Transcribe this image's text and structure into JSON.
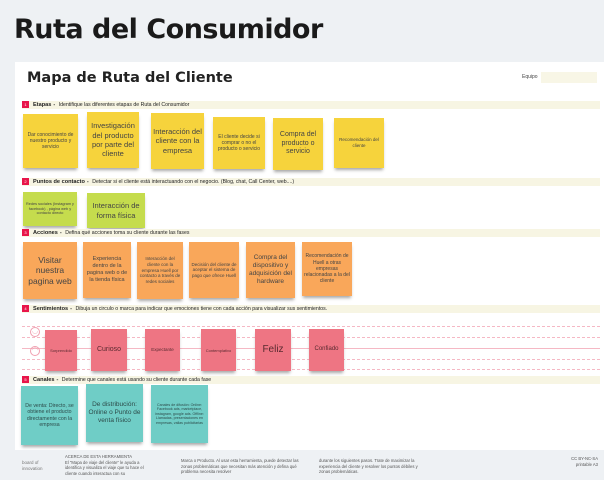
{
  "page_title": "Ruta del Consumidor",
  "board": {
    "title": "Mapa de Ruta del Cliente",
    "team_label": "Equipo",
    "team_value": ""
  },
  "sections": [
    {
      "num": "1",
      "name": "Etapas",
      "desc": "Identifique las diferentes etapas de Ruta del Consumidor",
      "color": "#f6d33c",
      "notes": [
        "Dar conocimiento de nuestro producto y servicio",
        "Investigación del producto por parte del cliente",
        "Interacción del cliente con la empresa",
        "El cliente decide si comprar o no el producto o servicio",
        "Compra del producto o servicio",
        "Recomendación del cliente"
      ]
    },
    {
      "num": "2",
      "name": "Puntos de contacto",
      "desc": "Detectar si el cliente está interactuando con el negocio. (Blog, chat, Call Center, web....)",
      "color": "#c5dc4d",
      "notes": [
        "Redes sociales (Instagram y facebook) , página web y contacto directo",
        "Interacción de forma física"
      ]
    },
    {
      "num": "3",
      "name": "Acciones",
      "desc": "Defina qué acciones toma su cliente durante las fases",
      "color": "#f9a75a",
      "notes": [
        "Visitar nuestra pagina web",
        "Experiencia dentro de la pagina web o de la tienda física",
        "Interacción del cliente con la empresa Huell por contacto a través de redes sociales",
        "Decisión del cliente de aceptar el sistema de pago que ofrece Huell",
        "Compra del dispositivo y adquisición del hardware",
        "Recomendación de Huell a otras empresas relacionadas a la del cliente"
      ]
    },
    {
      "num": "4",
      "name": "Sentimientos",
      "desc": "Dibuja un circulo o marca para indicar que  emociones tiene con cada acción para visualizar sus sentimientos.",
      "color": "#ee7583",
      "notes": [
        "Sorprendido",
        "Curioso",
        "Expectante",
        "Contemplativo",
        "Feliz",
        "Confiado"
      ]
    },
    {
      "num": "5",
      "name": "Canales",
      "desc": "Determine que canales está usando su cliente durante cada fase",
      "color": "#6fcdc6",
      "notes": [
        "De venta: Directo, se obtiene el producto directamente con la empresa",
        "De distribución: Online o Punto de venta físico",
        "Canales de difusión: Online: Facebook ads, marketplace, instagram, google ads. Offline: Llamadas, presentaciones en empresas, vallas publicitarias"
      ]
    }
  ],
  "footer": {
    "logo": "board of innovation",
    "about_title": "ACERCA DE ESTA HERRAMIENTA",
    "col1": "El \"Mapa de viaje del cliente\" le ayuda a identifica y visualiza el viaje que tu hace el cliente cuando interactua con su",
    "col2": "Marca o Producto. Al usar esta herramienta, puede detectar las zonas problemáticas que necesitan más atención y defina qué problema necesita resolver",
    "col3": "durante los siguientes pasos. Trate de maximizar la experiencia del cliente y resolver los puntos débiles y zonas problemáticas.",
    "license": "CC BY-NC-SA printable A3"
  }
}
